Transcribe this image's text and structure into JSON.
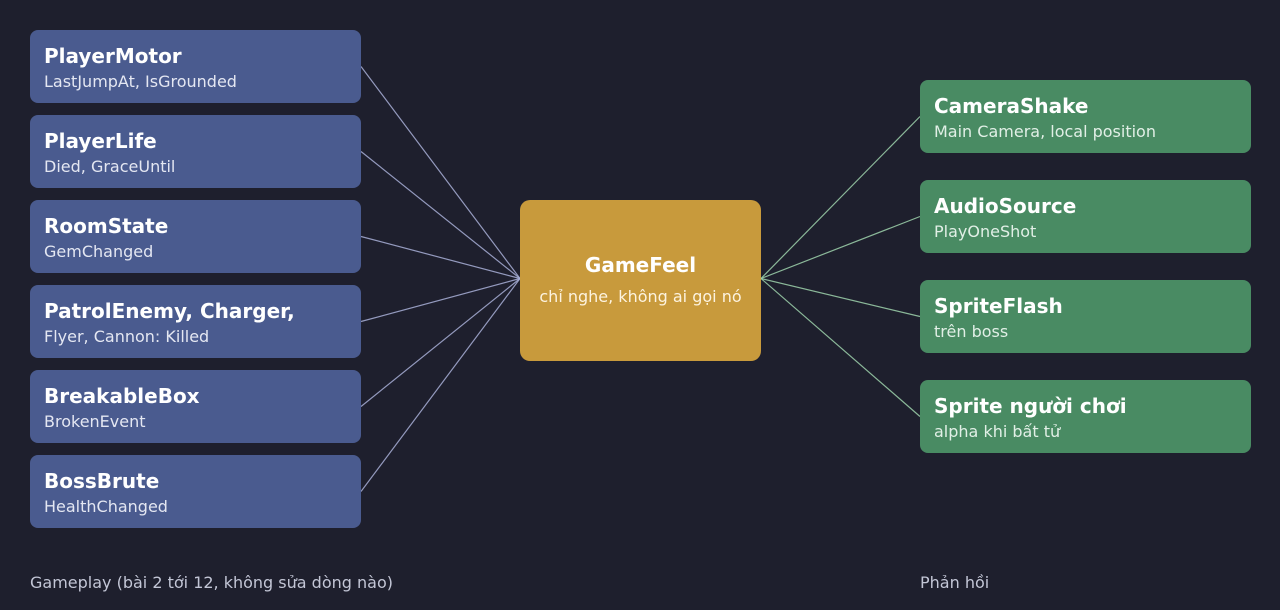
{
  "sources": [
    {
      "title": "PlayerMotor",
      "subtitle": "LastJumpAt, IsGrounded"
    },
    {
      "title": "PlayerLife",
      "subtitle": "Died, GraceUntil"
    },
    {
      "title": "RoomState",
      "subtitle": "GemChanged"
    },
    {
      "title": "PatrolEnemy, Charger,",
      "subtitle": "Flyer, Cannon: Killed"
    },
    {
      "title": "BreakableBox",
      "subtitle": "BrokenEvent"
    },
    {
      "title": "BossBrute",
      "subtitle": "HealthChanged"
    }
  ],
  "hub": {
    "title": "GameFeel",
    "subtitle": "chỉ nghe, không ai gọi nó"
  },
  "targets": [
    {
      "title": "CameraShake",
      "subtitle": "Main Camera, local position"
    },
    {
      "title": "AudioSource",
      "subtitle": "PlayOneShot"
    },
    {
      "title": "SpriteFlash",
      "subtitle": "trên boss"
    },
    {
      "title": "Sprite người chơi",
      "subtitle": "alpha khi bất tử"
    }
  ],
  "captions": {
    "left": "Gameplay (bài 2 tới 12, không sửa dòng nào)",
    "right": "Phản hồi"
  },
  "colors": {
    "background": "#1e1f2d",
    "source_box": "#4a5b8f",
    "hub_box": "#c89a3c",
    "target_box": "#498b63",
    "source_link": "#a9b0d8",
    "target_link": "#9fd4ad"
  }
}
